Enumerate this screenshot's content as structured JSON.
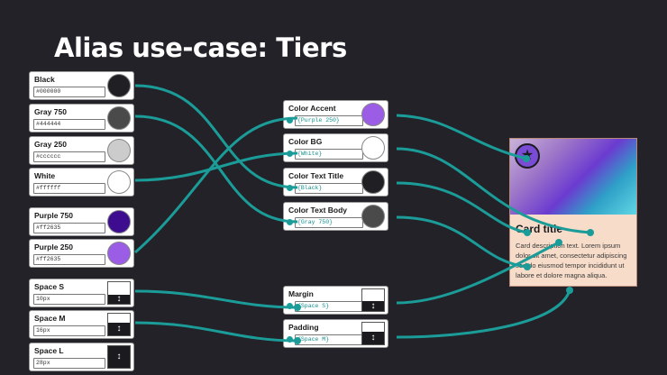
{
  "title": "Alias use-case: Tiers",
  "primitives": [
    {
      "name": "Black",
      "value": "#000000",
      "swatch": "#1f1f24"
    },
    {
      "name": "Gray 750",
      "value": "#444444",
      "swatch": "#4a4a4a"
    },
    {
      "name": "Gray 250",
      "value": "#cccccc",
      "swatch": "#cccccc"
    },
    {
      "name": "White",
      "value": "#ffffff",
      "swatch": "#ffffff"
    },
    {
      "name": "Purple 750",
      "value": "#ff2635",
      "swatch": "#3d0c8f"
    },
    {
      "name": "Purple 250",
      "value": "#ff2635",
      "swatch": "#9b5de5"
    }
  ],
  "spacing": [
    {
      "name": "Space S",
      "value": "10px",
      "fill_fraction": 0.4,
      "glyph": "↕"
    },
    {
      "name": "Space M",
      "value": "16px",
      "fill_fraction": 0.6,
      "glyph": "↕"
    },
    {
      "name": "Space L",
      "value": "28px",
      "fill_fraction": 1.0,
      "glyph": "↕"
    }
  ],
  "aliases": [
    {
      "name": "Color Accent",
      "value": "{Purple 250}",
      "swatch": "#9b5de5"
    },
    {
      "name": "Color BG",
      "value": "{White}",
      "swatch": "#ffffff"
    },
    {
      "name": "Color Text Title",
      "value": "{Black}",
      "swatch": "#1f1f24"
    },
    {
      "name": "Color Text Body",
      "value": "{Gray 750}",
      "swatch": "#4a4a4a"
    }
  ],
  "spacing_aliases": [
    {
      "name": "Margin",
      "value": "{Space S}",
      "fill_fraction": 0.4,
      "glyph": "↕"
    },
    {
      "name": "Padding",
      "value": "{Space M}",
      "fill_fraction": 0.6,
      "glyph": "↕"
    }
  ],
  "card": {
    "title": "Card title",
    "description": "Card description text. Lorem ipsum dolor sit amet, consectetur adipiscing sed do eiusmod tempor incididunt ut labore et dolore magna aliqua.",
    "badge_icon": "★"
  },
  "colors": {
    "wire": "#1b9c98",
    "background": "#222228"
  }
}
